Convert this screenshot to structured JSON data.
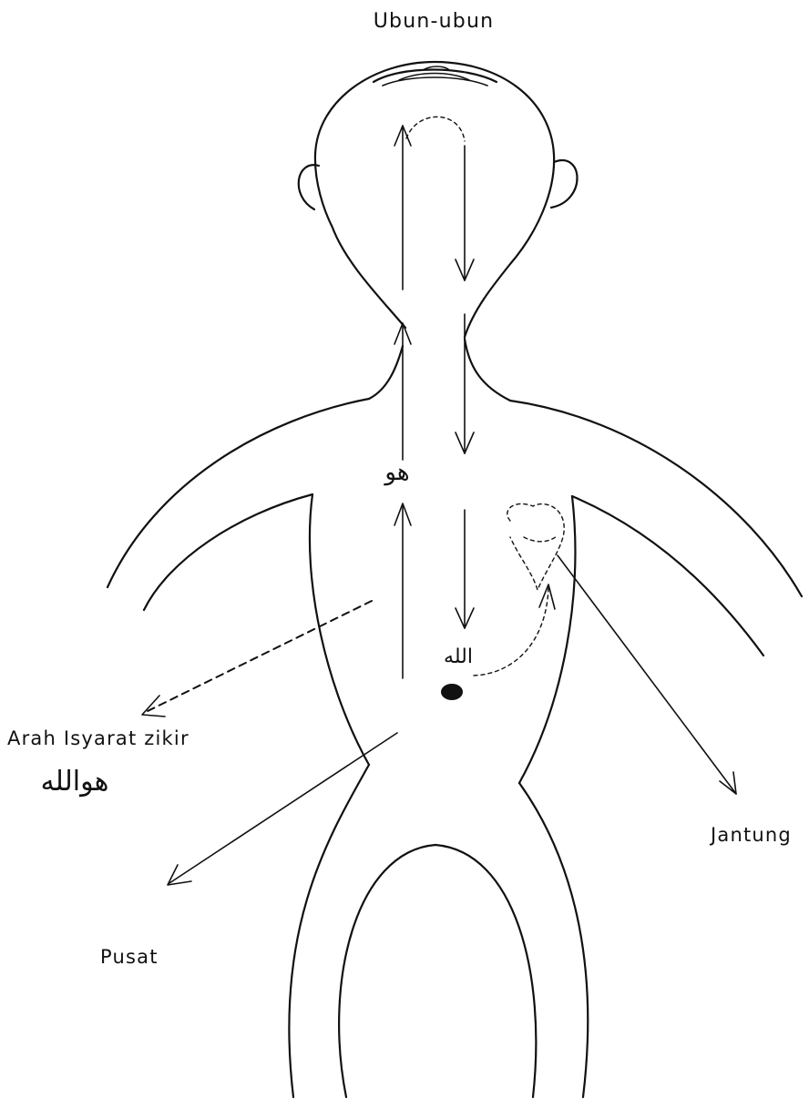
{
  "labels": {
    "crown": "Ubun-ubun",
    "zikir_direction": "Arah Isyarat zikir",
    "heart": "Jantung",
    "navel": "Pusat"
  },
  "arabic": {
    "hu": "هو",
    "allah": "الله",
    "hu_allah": "هوالله"
  },
  "colors": {
    "ink": "#111111",
    "background": "#ffffff"
  }
}
